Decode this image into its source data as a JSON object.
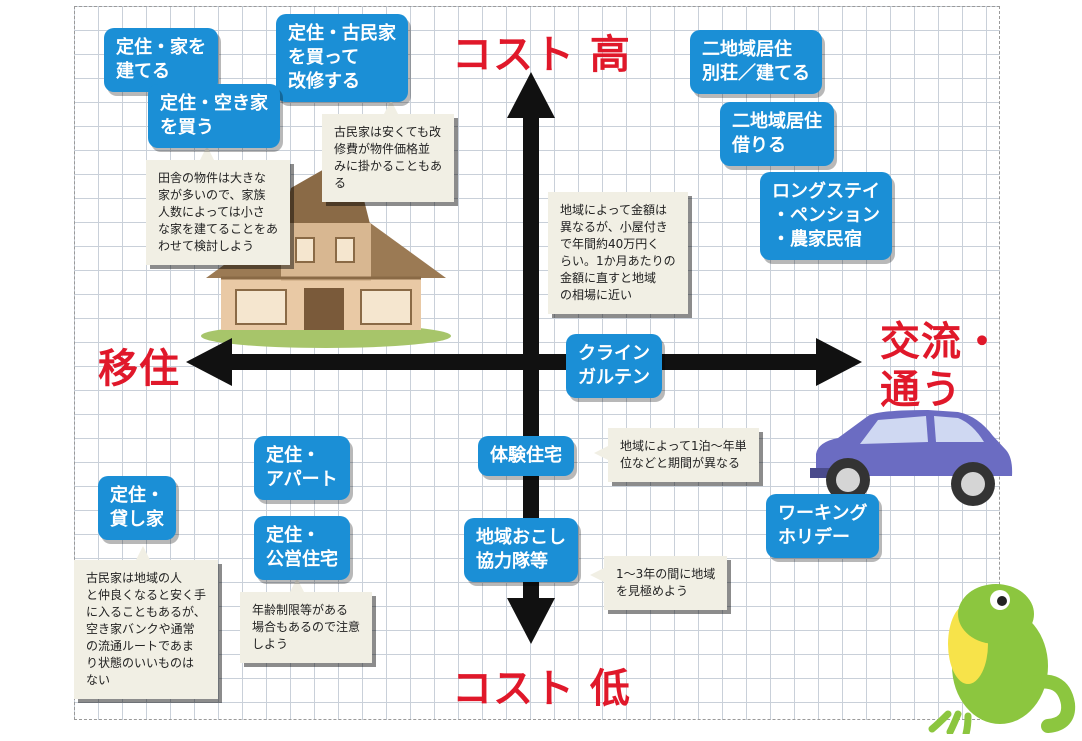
{
  "axes": {
    "top": "コスト 高",
    "bottom": "コスト 低",
    "left": "移住",
    "right": "交流・\n通う"
  },
  "badges": {
    "build_house": "定住・家を\n建てる",
    "buy_kominka": "定住・古民家\nを買って\n改修する",
    "buy_akiya": "定住・空き家\nを買う",
    "two_region_villa": "二地域居住\n別荘／建てる",
    "two_region_rent": "二地域居住\n借りる",
    "long_stay": "ロングステイ\n・ペンション\n・農家民宿",
    "klein_garten": "クライン\nガルテン",
    "trial_housing": "体験住宅",
    "chiiki_okoshi": "地域おこし\n協力隊等",
    "working_holiday": "ワーキング\nホリデー",
    "apartment": "定住・\nアパート",
    "public_housing": "定住・\n公営住宅",
    "rental_house": "定住・\n貸し家"
  },
  "notes": {
    "inaka": "田舎の物件は大きな\n家が多いので、家族\n人数によっては小さ\nな家を建てることをあ\nわせて検討しよう",
    "kominka": "古民家は安くても改\n修費が物件価格並\nみに掛かることもあ\nる",
    "klein": "地域によって金額は\n異なるが、小屋付き\nで年間約40万円く\nらい。1か月あたりの\n金額に直すと地域\nの相場に近い",
    "trial": "地域によって1泊～年単\n位などと期間が異なる",
    "okoshi": "1～3年の間に地域\nを見極めよう",
    "public": "年齢制限等がある\n場合もあるので注意\nしよう",
    "rental": "古民家は地域の人\nと仲良くなると安く手\nに入ることもあるが、\n空き家バンクや通常\nの流通ルートであま\nり状態のいいものは\nない"
  },
  "icons": [
    "thatched-house-icon",
    "car-icon",
    "frog-icon"
  ],
  "colors": {
    "accent_red": "#e0182a",
    "badge_blue": "#1b8fd6",
    "note_bg": "#f1efe4",
    "grid_line": "#c9d0d9"
  }
}
